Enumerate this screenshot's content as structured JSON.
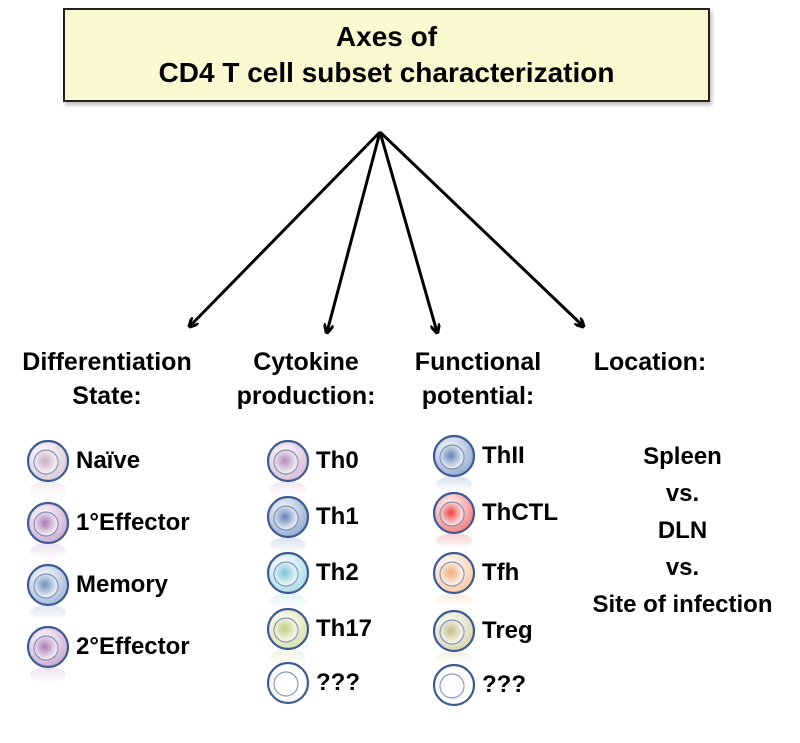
{
  "title": {
    "line1": "Axes of",
    "line2": "CD4 T cell subset characterization"
  },
  "columns": [
    {
      "head_line1": "Differentiation",
      "head_line2": "State:",
      "items": [
        {
          "label": "Naïve",
          "color": "#d8c6d6",
          "nucleus": "#c9a9c4"
        },
        {
          "label": "1°Effector",
          "color": "#c8a6cf",
          "nucleus": "#a979b5"
        },
        {
          "label": "Memory",
          "color": "#9fb6d8",
          "nucleus": "#6f8fbf"
        },
        {
          "label": "2°Effector",
          "color": "#c8a6cf",
          "nucleus": "#a979b5"
        }
      ]
    },
    {
      "head_line1": "Cytokine",
      "head_line2": "production:",
      "items": [
        {
          "label": "Th0",
          "color": "#d4b8d6",
          "nucleus": "#b48ab8"
        },
        {
          "label": "Th1",
          "color": "#8da6cf",
          "nucleus": "#6483b8"
        },
        {
          "label": "Th2",
          "color": "#a8dbe6",
          "nucleus": "#7cc3d6"
        },
        {
          "label": "Th17",
          "color": "#d7e2a8",
          "nucleus": "#c1cf7f"
        },
        {
          "label": "???",
          "color": "#ffffff",
          "nucleus": "#ffffff"
        }
      ]
    },
    {
      "head_line1": "Functional",
      "head_line2": "potential:",
      "items": [
        {
          "label": "ThII",
          "color": "#8ea6cf",
          "nucleus": "#6483b8"
        },
        {
          "label": "ThCTL",
          "color": "#f27a7a",
          "nucleus": "#ee4444"
        },
        {
          "label": "Tfh",
          "color": "#f8c9a4",
          "nucleus": "#f3ab78"
        },
        {
          "label": "Treg",
          "color": "#d8d3ae",
          "nucleus": "#c2bb88"
        },
        {
          "label": "???",
          "color": "#ffffff",
          "nucleus": "#ffffff"
        }
      ]
    },
    {
      "head_line1": "Location:"
    }
  ],
  "location": {
    "line1": "Spleen",
    "line2": "vs.",
    "line3": "DLN",
    "line4": "vs.",
    "line5": "Site of infection"
  }
}
